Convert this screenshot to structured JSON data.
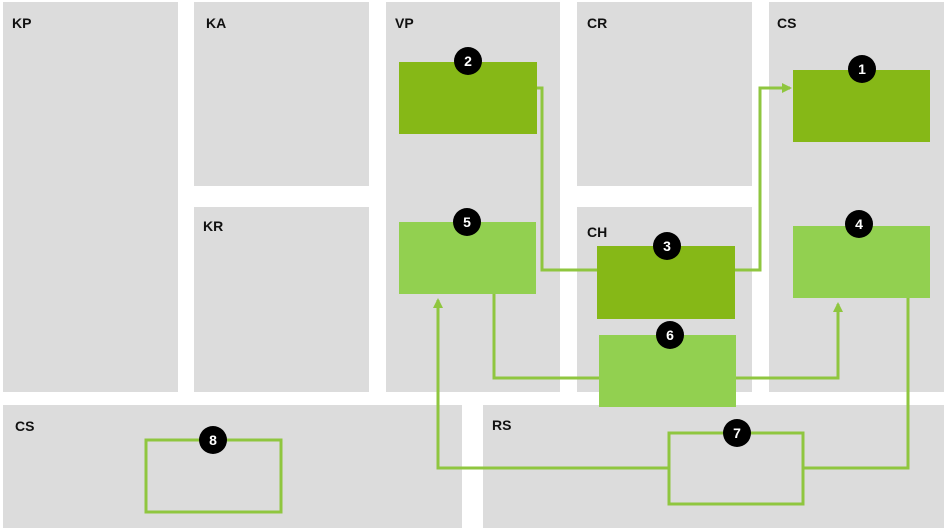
{
  "colors": {
    "panel": "#dcdcdc",
    "gap": "#ffffff",
    "dark_green": "#86b817",
    "light_green": "#92d050",
    "connector": "#8fc63f",
    "badge": "#000000",
    "badge_text": "#ffffff",
    "label_text": "#111111"
  },
  "regions": {
    "kp": "KP",
    "ka": "KA",
    "kr": "KR",
    "vp": "VP",
    "cr": "CR",
    "ch": "CH",
    "cs_top": "CS",
    "cs_bottom": "CS",
    "rs": "RS"
  },
  "nodes": {
    "n1": {
      "number": "1",
      "style": "dark-filled"
    },
    "n2": {
      "number": "2",
      "style": "dark-filled"
    },
    "n3": {
      "number": "3",
      "style": "dark-filled"
    },
    "n4": {
      "number": "4",
      "style": "light-filled"
    },
    "n5": {
      "number": "5",
      "style": "light-filled"
    },
    "n6": {
      "number": "6",
      "style": "light-filled"
    },
    "n7": {
      "number": "7",
      "style": "outline"
    },
    "n8": {
      "number": "8",
      "style": "outline"
    }
  },
  "connections": [
    {
      "from": "2",
      "to": "3",
      "arrow": false
    },
    {
      "from": "3",
      "to": "1",
      "arrow": true
    },
    {
      "from": "5",
      "to": "6",
      "arrow": false
    },
    {
      "from": "6",
      "to": "4",
      "arrow": true
    },
    {
      "from": "4",
      "to": "7",
      "arrow": false
    },
    {
      "from": "7",
      "to": "5",
      "arrow": true
    }
  ]
}
